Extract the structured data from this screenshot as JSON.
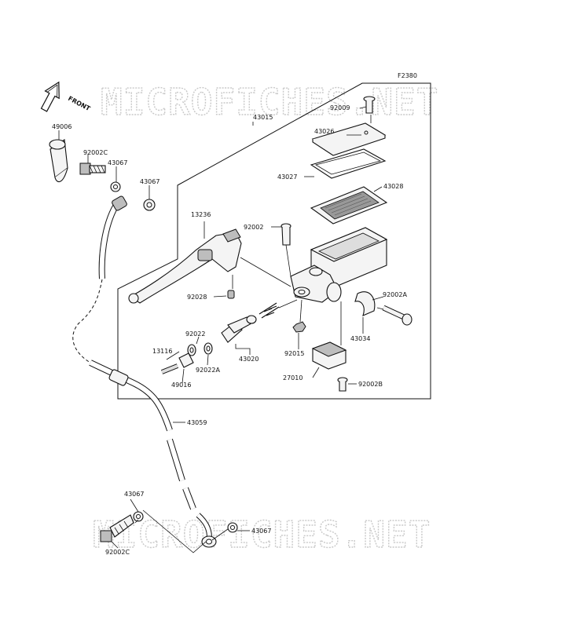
{
  "figure_id": "F2380",
  "front_label": "FRONT",
  "watermark": "MICROFICHES.NET",
  "parts": [
    {
      "id": "p49006",
      "num": "49006"
    },
    {
      "id": "p92002c_top",
      "num": "92002C"
    },
    {
      "id": "p43067_a",
      "num": "43067"
    },
    {
      "id": "p43067_b",
      "num": "43067"
    },
    {
      "id": "p43015",
      "num": "43015"
    },
    {
      "id": "p92009",
      "num": "92009"
    },
    {
      "id": "p43026",
      "num": "43026"
    },
    {
      "id": "p43027",
      "num": "43027"
    },
    {
      "id": "p43028",
      "num": "43028"
    },
    {
      "id": "p13236",
      "num": "13236"
    },
    {
      "id": "p92002",
      "num": "92002"
    },
    {
      "id": "p92028",
      "num": "92028"
    },
    {
      "id": "p92002a",
      "num": "92002A"
    },
    {
      "id": "p92022",
      "num": "92022"
    },
    {
      "id": "p13116",
      "num": "13116"
    },
    {
      "id": "p92022a",
      "num": "92022A"
    },
    {
      "id": "p43020",
      "num": "43020"
    },
    {
      "id": "p92015",
      "num": "92015"
    },
    {
      "id": "p43034",
      "num": "43034"
    },
    {
      "id": "p49016",
      "num": "49016"
    },
    {
      "id": "p27010",
      "num": "27010"
    },
    {
      "id": "p92002b",
      "num": "92002B"
    },
    {
      "id": "p43059",
      "num": "43059"
    },
    {
      "id": "p43067_c",
      "num": "43067"
    },
    {
      "id": "p43067_d",
      "num": "43067"
    },
    {
      "id": "p92002c_bot",
      "num": "92002C"
    }
  ]
}
